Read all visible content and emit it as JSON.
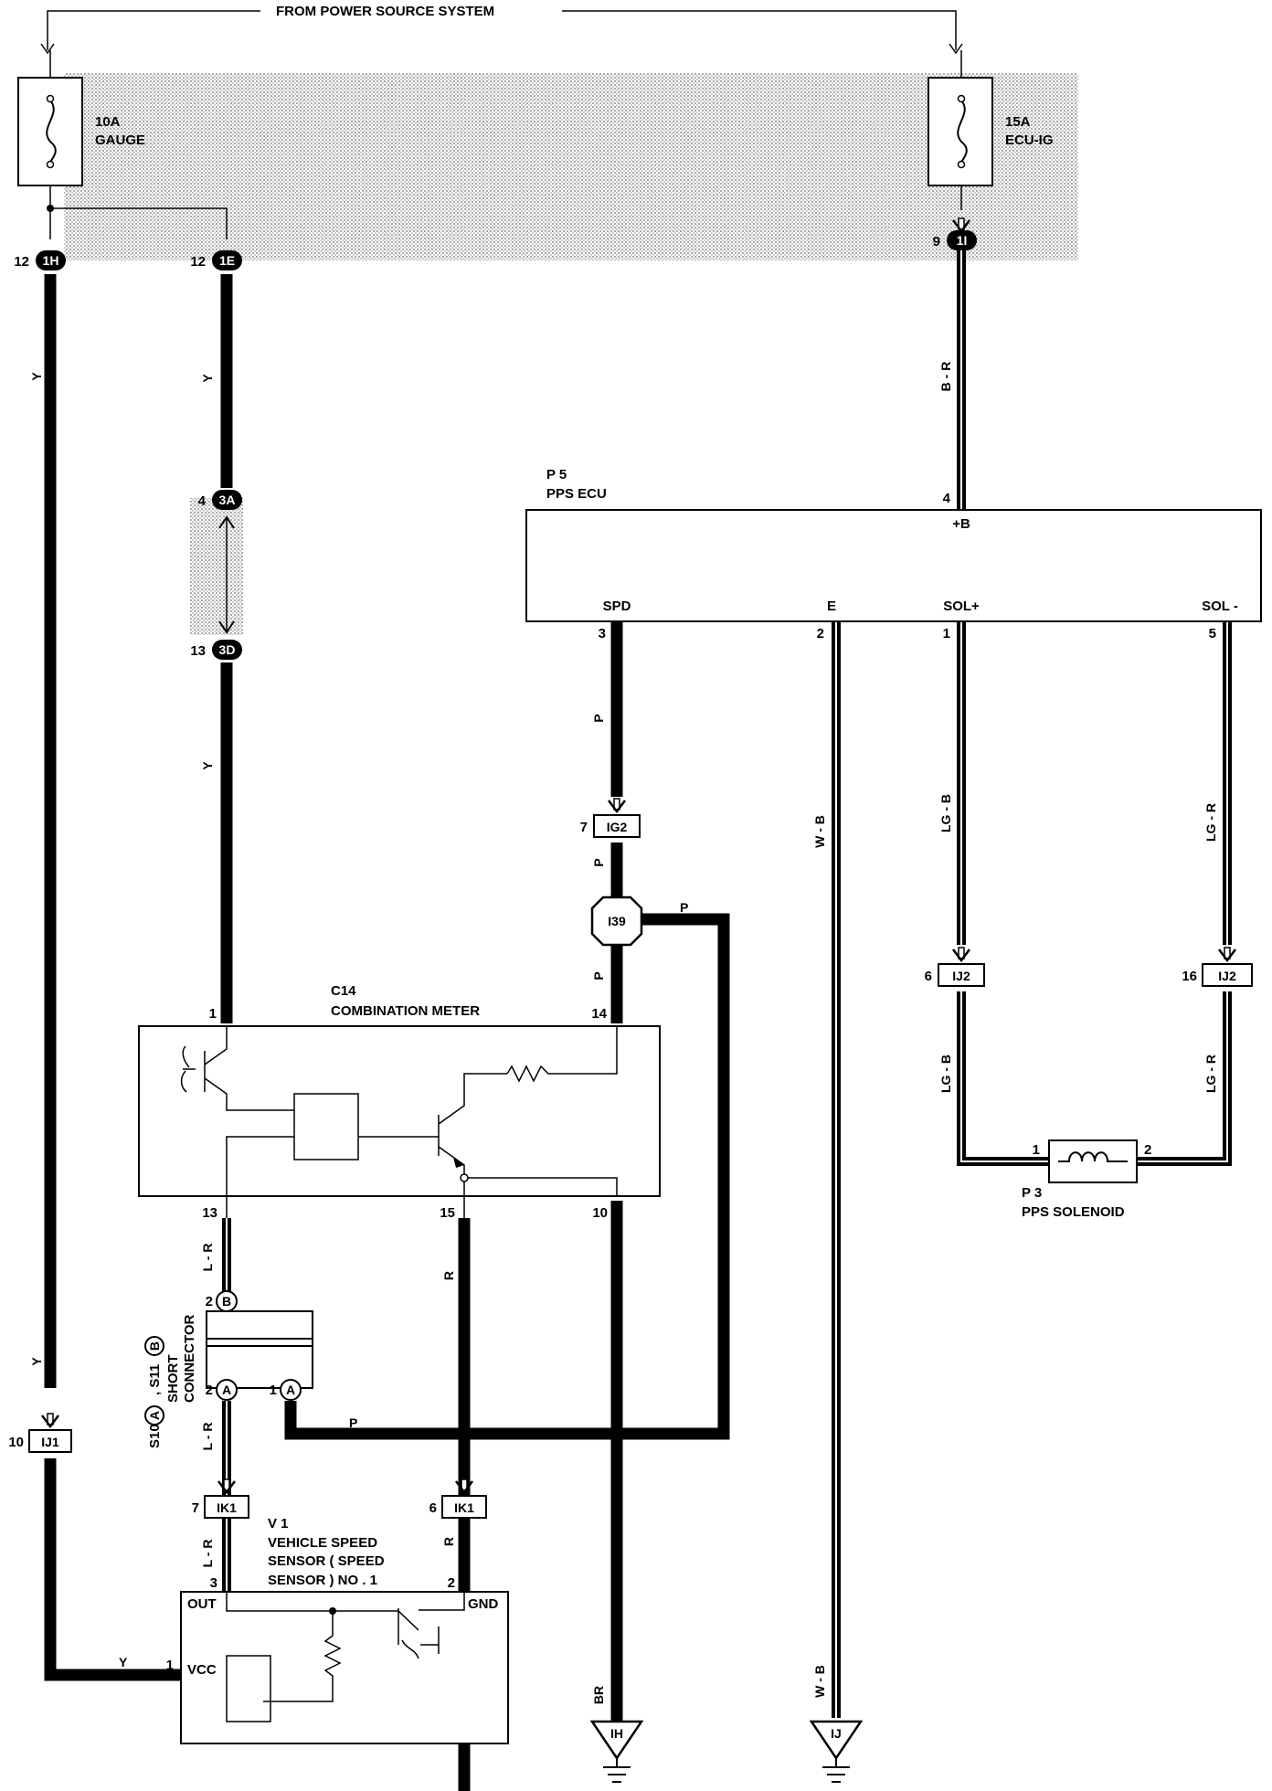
{
  "header": {
    "title": "FROM POWER SOURCE SYSTEM"
  },
  "fuses": {
    "gauge": {
      "rating": "10A",
      "name": "GAUGE"
    },
    "ecu_ig": {
      "rating": "15A",
      "name": "ECU-IG"
    }
  },
  "connectors": {
    "c1H": "1H",
    "c1E": "1E",
    "c1I": "1I",
    "c3A": "3A",
    "c3D": "3D",
    "IG2": "IG2",
    "I39": "I39",
    "IJ2a": "IJ2",
    "IJ2b": "IJ2",
    "IJ1": "IJ1",
    "IK1a": "IK1",
    "IK1b": "IK1",
    "gnd_IH": "IH",
    "gnd_IJ": "IJ",
    "shortA": "A",
    "shortA2": "A",
    "shortB": "B"
  },
  "pins": {
    "p1H": "12",
    "p1E": "12",
    "p1I": "9",
    "p3A": "4",
    "p3D": "13",
    "ecu_b": "4",
    "ecu_spd": "3",
    "ecu_e": "2",
    "ecu_solp": "1",
    "ecu_solm": "5",
    "ig2": "7",
    "ij2a": "6",
    "ij2b": "16",
    "meter1": "1",
    "meter14": "14",
    "meter13": "13",
    "meter15": "15",
    "meter10": "10",
    "sol1": "1",
    "sol2": "2",
    "shortB": "2",
    "shortA": "2",
    "shortA2": "1",
    "ij1": "10",
    "ik1a": "7",
    "ik1b": "6",
    "vss3": "3",
    "vss2": "2",
    "vss1": "1"
  },
  "wires": {
    "y1": "Y",
    "y2": "Y",
    "y3": "Y",
    "y4": "Y",
    "y5": "Y",
    "br1": "B - R",
    "p1": "P",
    "p2": "P",
    "p3": "P",
    "p4": "P",
    "p5": "P",
    "wb1": "W - B",
    "wb2": "W - B",
    "lgb1": "LG - B",
    "lgb2": "LG - B",
    "lgr1": "LG - R",
    "lgr2": "LG - R",
    "lr1": "L - R",
    "lr2": "L - R",
    "lr3": "L - R",
    "r1": "R",
    "r2": "R",
    "br2": "BR"
  },
  "components": {
    "ecu": {
      "code": "P 5",
      "name": "PPS ECU",
      "b": "+B",
      "spd": "SPD",
      "e": "E",
      "solp": "SOL+",
      "solm": "SOL -"
    },
    "meter": {
      "code": "C14",
      "name": "COMBINATION METER"
    },
    "solenoid": {
      "code": "P 3",
      "name": "PPS SOLENOID"
    },
    "short_connector": {
      "code": "S10",
      "sep": ", S11",
      "line1": "SHORT",
      "line2": "CONNECTOR"
    },
    "vss": {
      "code": "V 1",
      "line1": "VEHICLE SPEED",
      "line2": "SENSOR ( SPEED",
      "line3": "SENSOR )  NO . 1",
      "out": "OUT",
      "gnd": "GND",
      "vcc": "VCC"
    }
  }
}
